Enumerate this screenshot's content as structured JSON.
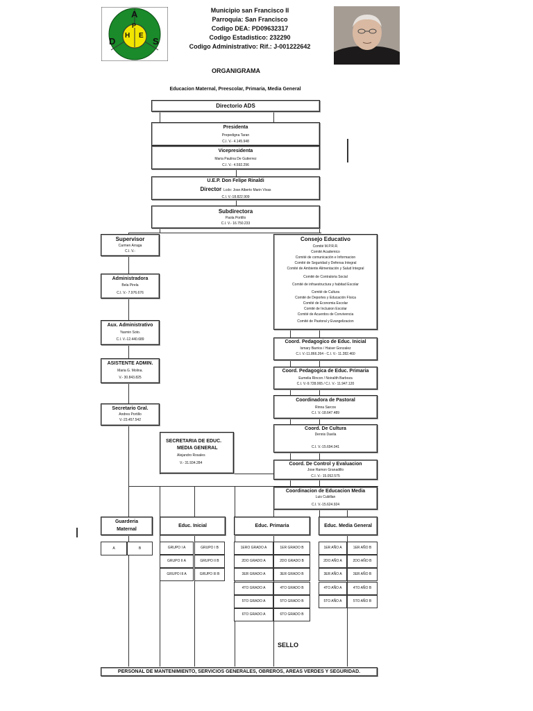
{
  "header": {
    "logo": {
      "letters": [
        "A",
        "P",
        "H",
        "E",
        "D",
        "S"
      ],
      "colors": {
        "green": "#1a8a2a",
        "yellow": "#f2e600"
      }
    },
    "lines": [
      "Municipio san Francisco II",
      "Parroquia: San Francisco",
      "Codigo DEA: PD09632317",
      "Codigo Estadistico: 232290",
      "Codigo Administrativo: Rif.: J-001222642"
    ],
    "title": "ORGANIGRAMA",
    "subtitle": "Educacion Maternal, Preescolar, Primaria, Media General"
  },
  "org": {
    "directorio": "Directorio ADS",
    "presidenta": {
      "title": "Presidenta",
      "name": "Prepedigna Taran",
      "ci": "C.I. V.- 4.145.948"
    },
    "vicepresidenta": {
      "title": "Vicepresidenta",
      "name": "Maria Paulina De Gutierrez",
      "ci": "C.I. V.- 4.592.296"
    },
    "uep": {
      "title": "U.E.P. Don Felipe Rinaldi",
      "director_label": "Director",
      "director_name": ": Lcdo: Jose Alberto Marin Vivas",
      "ci": "C.I. V.-18.822.909"
    },
    "subdirectora": {
      "title": "Subdirectora",
      "name": "Paola Portillo",
      "ci": "C.I. V.- 16.750.233"
    },
    "supervisor": {
      "title": "Supervisor",
      "name": "Carmen Arraga",
      "ci": "C.I. V.-"
    },
    "administradora": {
      "title": "Administradora",
      "name": "Bela Pirela",
      "ci": "C.I. V.- 7.976.676"
    },
    "aux_admin": {
      "title": "Aux. Administrativo",
      "name": "Yasmin Soto.",
      "ci": "C.I. V.-12.440.689"
    },
    "asistente": {
      "title": "ASISTENTE ADMIN.",
      "name": "Maria G. Molina.",
      "ci": "V.- 30.843.825"
    },
    "secretario": {
      "title": "Secretario Gral.",
      "name": "Andres Portillo",
      "ci": "V.-23.457.542"
    },
    "secretaria_media": {
      "title1": "SECRETARIA DE EDUC.",
      "title2": "MEDIA GENERAL",
      "name": "Alejandro Rosales",
      "ci": "V.- 31.934.284"
    },
    "consejo": {
      "title": "Consejo Educativo",
      "items": [
        "Comité M.P.R.R.",
        "Comité Academico",
        "Comité de comunicación e Informacion",
        "Comité de Seguridad y Defensa Integral",
        "Comité de Ambiente Alimentación y Salud Integral",
        "Comité de Contraloria Social",
        "Comité de infraestructura y habitad Escolar",
        "Comité de Cultura",
        "Comité de Deportes y Educación Física",
        "Comité de Economia Escolar",
        "Comité de Inclusion Escolar",
        "Comité de Acuerdos de Convivencia",
        "Comité de Pastoral y Evangelizacion"
      ]
    },
    "coord_inicial": {
      "title": "Coord. Pedagogico de Educ. Inicial",
      "name": "Ismary Barrios / Haiser Gonzalez",
      "ci": "C.I. V.-11.866.264 - C.I. V.- 11.282.460"
    },
    "coord_primaria": {
      "title": "Coord. Pedagogica de Educ. Primaria",
      "name": "Eumelia Rincon / Noiralith Barboza",
      "ci": "C.I. V.-9.728.065 / C.I. V.- 11.947.120"
    },
    "coord_pastoral": {
      "title": "Coordinadora de Pastoral",
      "name": "Rinna Sarcos",
      "ci": "C.I. V.-18.647.489"
    },
    "coord_cultura": {
      "title": "Coord. De Cultura",
      "name": "Dennis Davila",
      "ci": "C.I. V.-15.694.041"
    },
    "coord_control": {
      "title": "Coord. De Control y Evaluacion",
      "name": "Jose Ramon Granadillo",
      "ci": "C.I. V.- 15.052.575"
    },
    "coord_media": {
      "title": "Coordinacion de Educacion Media",
      "name": "Luis Cubillan",
      "ci": "C.I. V.-15.624.924"
    }
  },
  "levels": {
    "guarderia": {
      "title1": "Guarderia",
      "title2": "Maternal",
      "groups": [
        "A",
        "B"
      ]
    },
    "inicial": {
      "title": "Educ. Inicial",
      "col_a": [
        "GRUPO I A",
        "GRUPO II A",
        "GRUPO III A"
      ],
      "col_b": [
        "GRUPO I B",
        "GRUPO II B",
        "GRUPO III B"
      ]
    },
    "primaria": {
      "title": "Educ. Primaria",
      "col_a": [
        "1ERO GRADO A",
        "2DO GRADO A",
        "3ER GRADO A",
        "4TO GRADO A",
        "5TO GRADO A",
        "6TO GRADO A"
      ],
      "col_b": [
        "1ER GRADO B",
        "2DO GRADO B",
        "3ER GRADO B",
        "4TO GRADO B",
        "5TO GRADO B",
        "6TO GRADO B"
      ]
    },
    "media": {
      "title": "Educ. Media General",
      "col_a": [
        "1ER AÑO A",
        "2DO AÑO A",
        "3ER AÑO A",
        "4TO AÑO A",
        "5TO AÑO A"
      ],
      "col_b": [
        "1ER AÑO B",
        "2DO AÑO B",
        "3ER AÑO B",
        "4TO AÑO B",
        "5TO AÑO B"
      ]
    }
  },
  "sello": "SELLO",
  "footer": "PERSONAL DE MANTENIMIENTO, SERVICIOS GENERALES, OBREROS, AREAS VERDES Y SEGURIDAD."
}
